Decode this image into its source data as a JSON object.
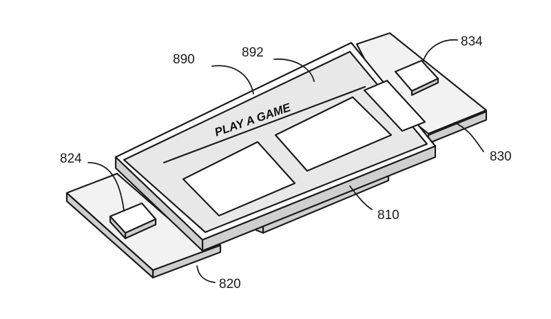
{
  "figure": {
    "screen_text": "PLAY A GAME",
    "references": {
      "r890": "890",
      "r892": "892",
      "r834": "834",
      "r830": "830",
      "r824": "824",
      "r810": "810",
      "r820": "820"
    },
    "parts": {
      "base_board": "810",
      "left_wing": "820",
      "left_pad": "824",
      "right_wing": "830",
      "right_pad": "834",
      "display_device": "890",
      "display_screen": "892"
    }
  }
}
